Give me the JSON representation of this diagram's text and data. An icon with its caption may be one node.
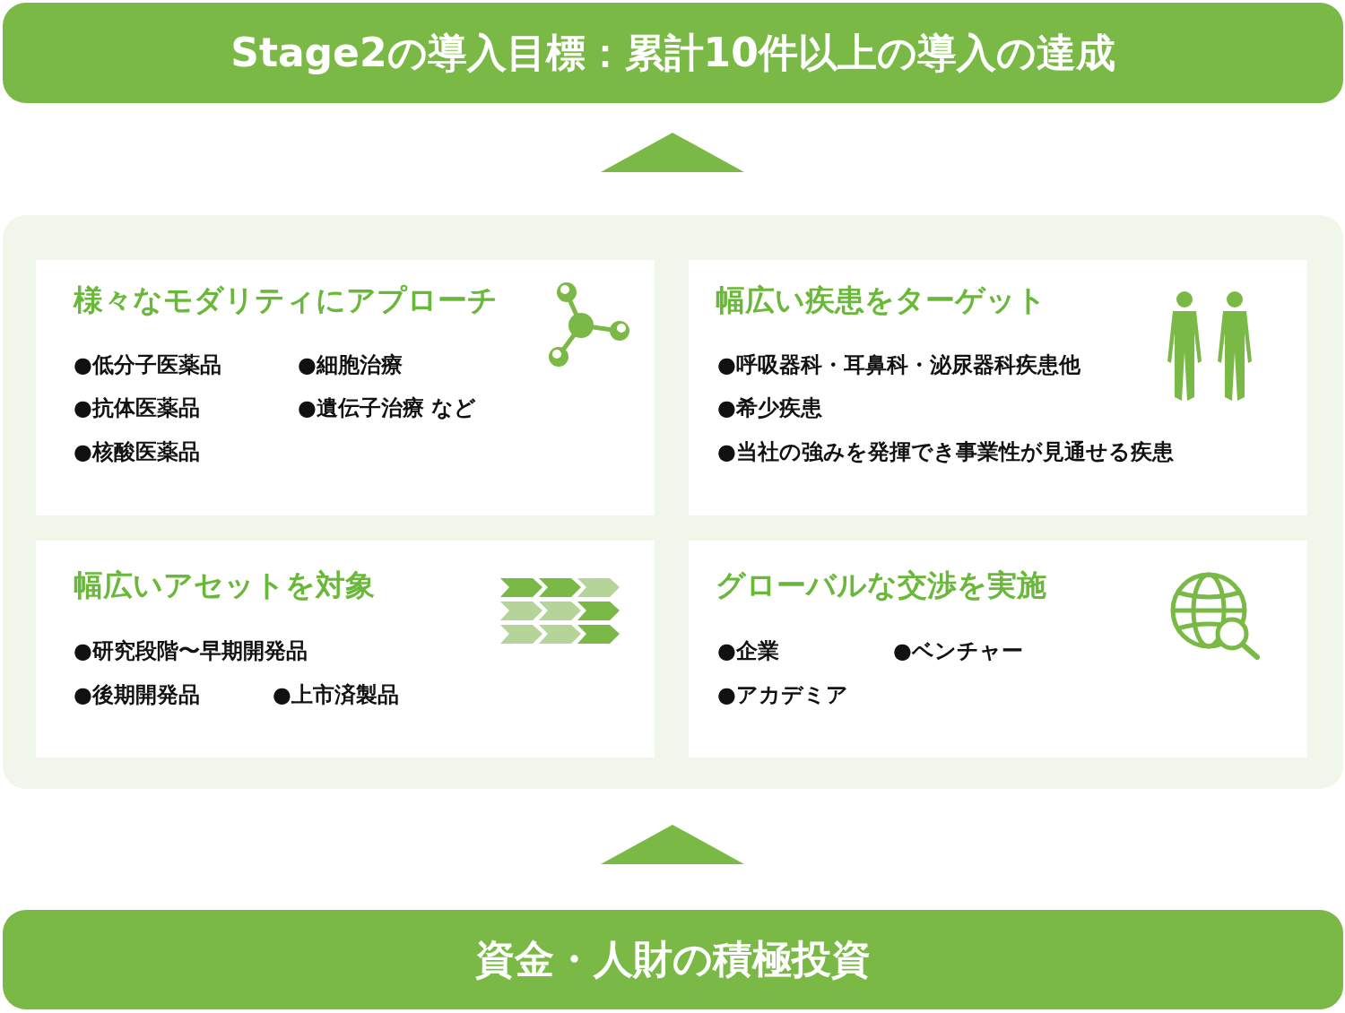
{
  "diagram": {
    "nodes": [
      {
        "text": [
          "Stage2の導入目標：累計10件以上の導入の達成"
        ]
      },
      {
        "text": [],
        "shape": "box"
      },
      {
        "text": [
          "様々なモダリティにアプローチ",
          "●低分子医薬品",
          "●細胞治療",
          "●抗体医薬品",
          "●遺伝子治療 など",
          "●核酸医薬品"
        ],
        "in": 1
      },
      {
        "text": [
          "幅広い疾患をターゲット",
          "●呼吸器科・耳鼻科・泌尿器科疾患他",
          "●希少疾患",
          "●当社の強みを発揮でき事業性が見通せる疾患"
        ],
        "in": 1
      },
      {
        "text": [
          "幅広いアセットを対象",
          "●研究段階〜早期開発品",
          "●後期開発品",
          "●上市済製品"
        ],
        "in": 1
      },
      {
        "text": [
          "グローバルな交渉を実施",
          "●企業",
          "●ベンチャー",
          "●アカデミア"
        ],
        "in": 1
      },
      {
        "text": [
          "資金・人財の積極投資"
        ]
      }
    ],
    "edges": [
      {
        "from": 6,
        "to": 1,
        "arrow": "to"
      },
      {
        "from": 1,
        "to": 0,
        "arrow": "to"
      }
    ]
  }
}
